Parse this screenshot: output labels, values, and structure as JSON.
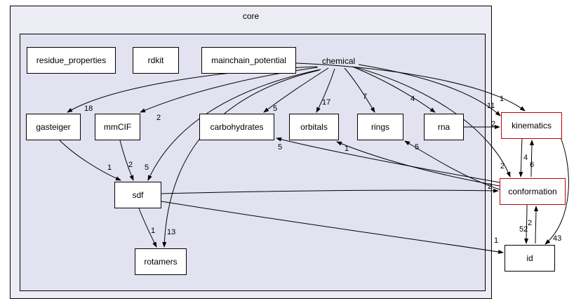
{
  "diagram": {
    "type": "directory-dependency-graph",
    "clusters": {
      "outer_label": "core",
      "inner_label": "chemical"
    },
    "nodes": [
      {
        "label": "residue_properties",
        "border": "black"
      },
      {
        "label": "rdkit",
        "border": "black"
      },
      {
        "label": "mainchain_potential",
        "border": "black"
      },
      {
        "label": "gasteiger",
        "border": "black"
      },
      {
        "label": "mmCIF",
        "border": "black"
      },
      {
        "label": "carbohydrates",
        "border": "black"
      },
      {
        "label": "orbitals",
        "border": "black"
      },
      {
        "label": "rings",
        "border": "black"
      },
      {
        "label": "rna",
        "border": "black"
      },
      {
        "label": "sdf",
        "border": "black"
      },
      {
        "label": "rotamers",
        "border": "black"
      },
      {
        "label": "kinematics",
        "border": "red"
      },
      {
        "label": "conformation",
        "border": "red"
      },
      {
        "label": "id",
        "border": "black"
      }
    ],
    "edges": [
      {
        "from": "chemical",
        "to": "gasteiger",
        "value": "18"
      },
      {
        "from": "chemical",
        "to": "mmCIF",
        "value": "2"
      },
      {
        "from": "chemical",
        "to": "carbohydrates",
        "value": "5"
      },
      {
        "from": "chemical",
        "to": "orbitals",
        "value": "17"
      },
      {
        "from": "chemical",
        "to": "rings",
        "value": "7"
      },
      {
        "from": "chemical",
        "to": "rna",
        "value": "4"
      },
      {
        "from": "mainchain_potential",
        "to": "kinematics",
        "value": "1"
      },
      {
        "from": "chemical",
        "to": "kinematics",
        "value": "11"
      },
      {
        "from": "rna",
        "to": "kinematics",
        "value": "2"
      },
      {
        "from": "gasteiger",
        "to": "sdf",
        "value": "1"
      },
      {
        "from": "mmCIF",
        "to": "sdf",
        "value": "2"
      },
      {
        "from": "chemical",
        "to": "sdf",
        "value": "5"
      },
      {
        "from": "chemical",
        "to": "rotamers",
        "value": "13"
      },
      {
        "from": "sdf",
        "to": "rotamers",
        "value": "1"
      },
      {
        "from": "sdf",
        "to": "conformation",
        "value": "2"
      },
      {
        "from": "chemical",
        "to": "conformation",
        "value": "2"
      },
      {
        "from": "conformation",
        "to": "carbohydrates",
        "value": "5"
      },
      {
        "from": "conformation",
        "to": "orbitals",
        "value": "1"
      },
      {
        "from": "conformation",
        "to": "rings",
        "value": "5"
      },
      {
        "from": "kinematics",
        "to": "conformation",
        "value": "4"
      },
      {
        "from": "conformation",
        "to": "kinematics",
        "value": "6"
      },
      {
        "from": "conformation",
        "to": "id",
        "value": "52"
      },
      {
        "from": "id",
        "to": "conformation",
        "value": "2"
      },
      {
        "from": "kinematics",
        "to": "id",
        "value": "43"
      },
      {
        "from": "sdf",
        "to": "id",
        "value": "1"
      }
    ],
    "colors": {
      "outer_cluster_bg": "#ececf4",
      "inner_cluster_bg": "#e2e2f0",
      "node_bg": "#ffffff",
      "node_border": "#000000",
      "highlight_border": "#c00000",
      "edge": "#000000"
    }
  }
}
